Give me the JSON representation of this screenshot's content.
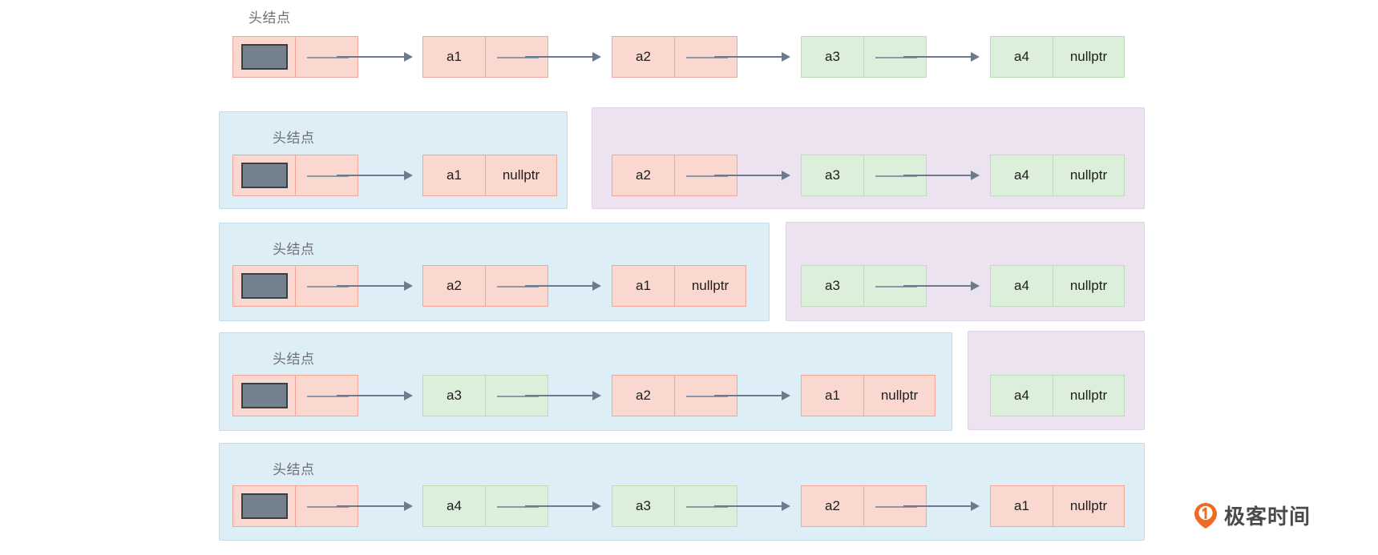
{
  "diagram": {
    "title_label": "头结点",
    "null_label": "nullptr",
    "colors": {
      "pink_fill": "#fad8d0",
      "pink_border": "#f0a79a",
      "green_fill": "#dcefda",
      "green_border": "#bbdcb6",
      "blue_group": "#deeef6",
      "blue_group_border": "#c3dced",
      "purple_group": "#ece2f0",
      "purple_group_border": "#e0d2e8",
      "arrow": "#6b7a8d",
      "head_block": "#74818f",
      "head_block_border": "#3a3f46",
      "label_text": "#6f6f74",
      "logo_orange": "#f26a21"
    },
    "rows": [
      {
        "id": "row-initial",
        "head_label": "头结点",
        "nodes": [
          {
            "data": "",
            "color": "pink",
            "is_head": true
          },
          {
            "data": "a1",
            "color": "pink"
          },
          {
            "data": "a2",
            "color": "pink"
          },
          {
            "data": "a3",
            "color": "green"
          },
          {
            "data": "a4",
            "color": "green",
            "next": "nullptr"
          }
        ]
      },
      {
        "id": "row-step1",
        "left_group": {
          "head_label": "头结点",
          "nodes": [
            {
              "data": "",
              "color": "pink",
              "is_head": true
            },
            {
              "data": "a1",
              "color": "pink",
              "next": "nullptr"
            }
          ]
        },
        "right_group": {
          "nodes": [
            {
              "data": "a2",
              "color": "pink"
            },
            {
              "data": "a3",
              "color": "green"
            },
            {
              "data": "a4",
              "color": "green",
              "next": "nullptr"
            }
          ]
        }
      },
      {
        "id": "row-step2",
        "left_group": {
          "head_label": "头结点",
          "nodes": [
            {
              "data": "",
              "color": "pink",
              "is_head": true
            },
            {
              "data": "a2",
              "color": "pink"
            },
            {
              "data": "a1",
              "color": "pink",
              "next": "nullptr"
            }
          ]
        },
        "right_group": {
          "nodes": [
            {
              "data": "a3",
              "color": "green"
            },
            {
              "data": "a4",
              "color": "green",
              "next": "nullptr"
            }
          ]
        }
      },
      {
        "id": "row-step3",
        "left_group": {
          "head_label": "头结点",
          "nodes": [
            {
              "data": "",
              "color": "pink",
              "is_head": true
            },
            {
              "data": "a3",
              "color": "green"
            },
            {
              "data": "a2",
              "color": "pink"
            },
            {
              "data": "a1",
              "color": "pink",
              "next": "nullptr"
            }
          ]
        },
        "right_group": {
          "nodes": [
            {
              "data": "a4",
              "color": "green",
              "next": "nullptr"
            }
          ]
        }
      },
      {
        "id": "row-step4",
        "left_group": {
          "head_label": "头结点",
          "nodes": [
            {
              "data": "",
              "color": "pink",
              "is_head": true
            },
            {
              "data": "a4",
              "color": "green"
            },
            {
              "data": "a3",
              "color": "green"
            },
            {
              "data": "a2",
              "color": "pink"
            },
            {
              "data": "a1",
              "color": "pink",
              "next": "nullptr"
            }
          ]
        }
      }
    ]
  },
  "watermark": {
    "brand": "极客时间",
    "icon": "location-pin-icon"
  }
}
